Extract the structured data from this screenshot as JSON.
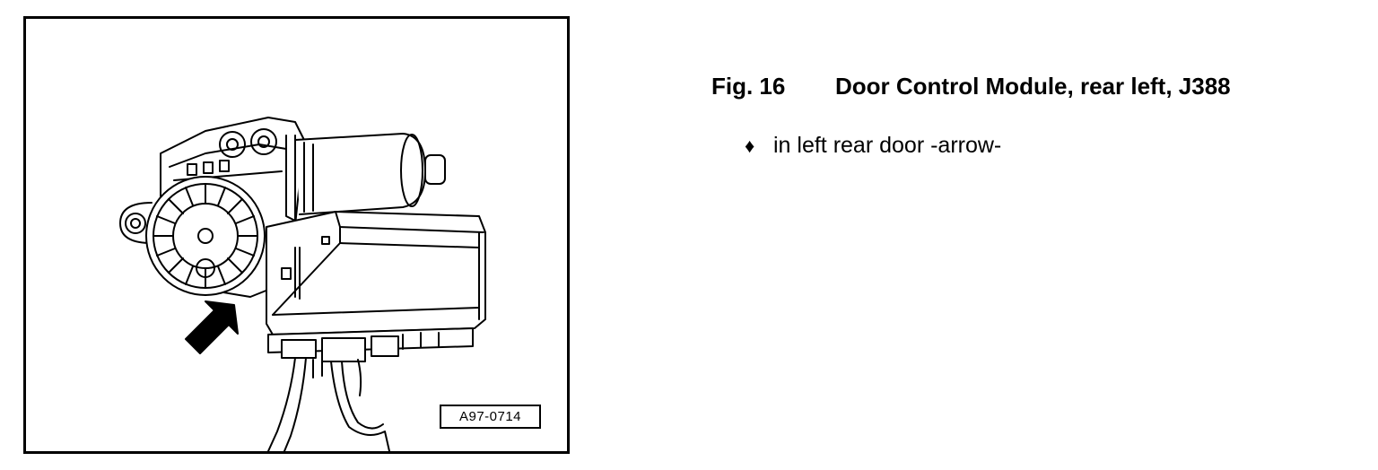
{
  "figure": {
    "code": "A97-0714",
    "arrow_icon": "arrow-pointer-icon",
    "illustration_icon": "window-motor-with-control-module-icon"
  },
  "caption": {
    "figure_number": "Fig. 16",
    "title": "Door Control Module, rear left, J388"
  },
  "bullets": [
    {
      "glyph": "♦",
      "text": "in left rear door -arrow-"
    }
  ]
}
